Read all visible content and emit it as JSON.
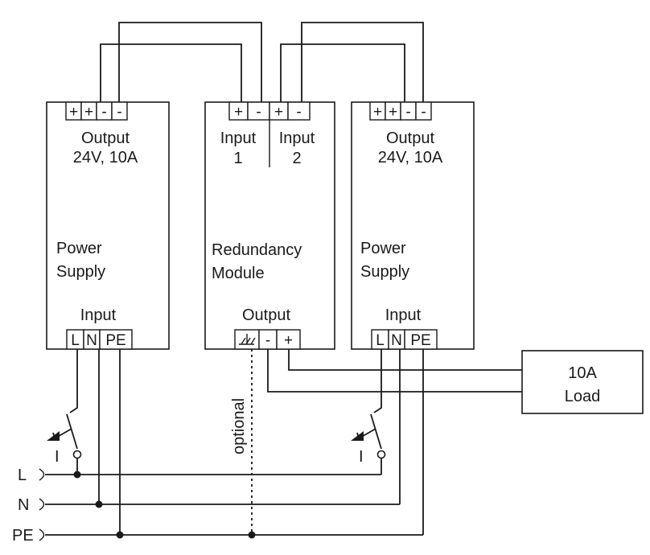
{
  "left_supply": {
    "output_terminals": [
      "+",
      "+",
      "-",
      "-"
    ],
    "output_label_1": "Output",
    "output_label_2": "24V, 10A",
    "name_1": "Power",
    "name_2": "Supply",
    "input_label": "Input",
    "input_terminals": [
      "L",
      "N",
      "PE"
    ]
  },
  "redundancy_module": {
    "input_terminals": [
      "+",
      "-",
      "+",
      "-"
    ],
    "input1_label_1": "Input",
    "input1_label_2": "1",
    "input2_label_1": "Input",
    "input2_label_2": "2",
    "name_1": "Redundancy",
    "name_2": "Module",
    "output_label": "Output",
    "output_terminals": [
      "-",
      "+"
    ]
  },
  "right_supply": {
    "output_terminals": [
      "+",
      "+",
      "-",
      "-"
    ],
    "output_label_1": "Output",
    "output_label_2": "24V, 10A",
    "name_1": "Power",
    "name_2": "Supply",
    "input_label": "Input",
    "input_terminals": [
      "L",
      "N",
      "PE"
    ]
  },
  "load": {
    "line_1": "10A",
    "line_2": "Load"
  },
  "optional_label": "optional",
  "switch_label": "I",
  "mains": {
    "l_label": "L",
    "n_label": "N",
    "pe_label": "PE"
  },
  "icons": {
    "ground": "chassis-ground-symbol",
    "switch": "manual-switch-symbol",
    "connector": "plug-connector-symbol"
  }
}
